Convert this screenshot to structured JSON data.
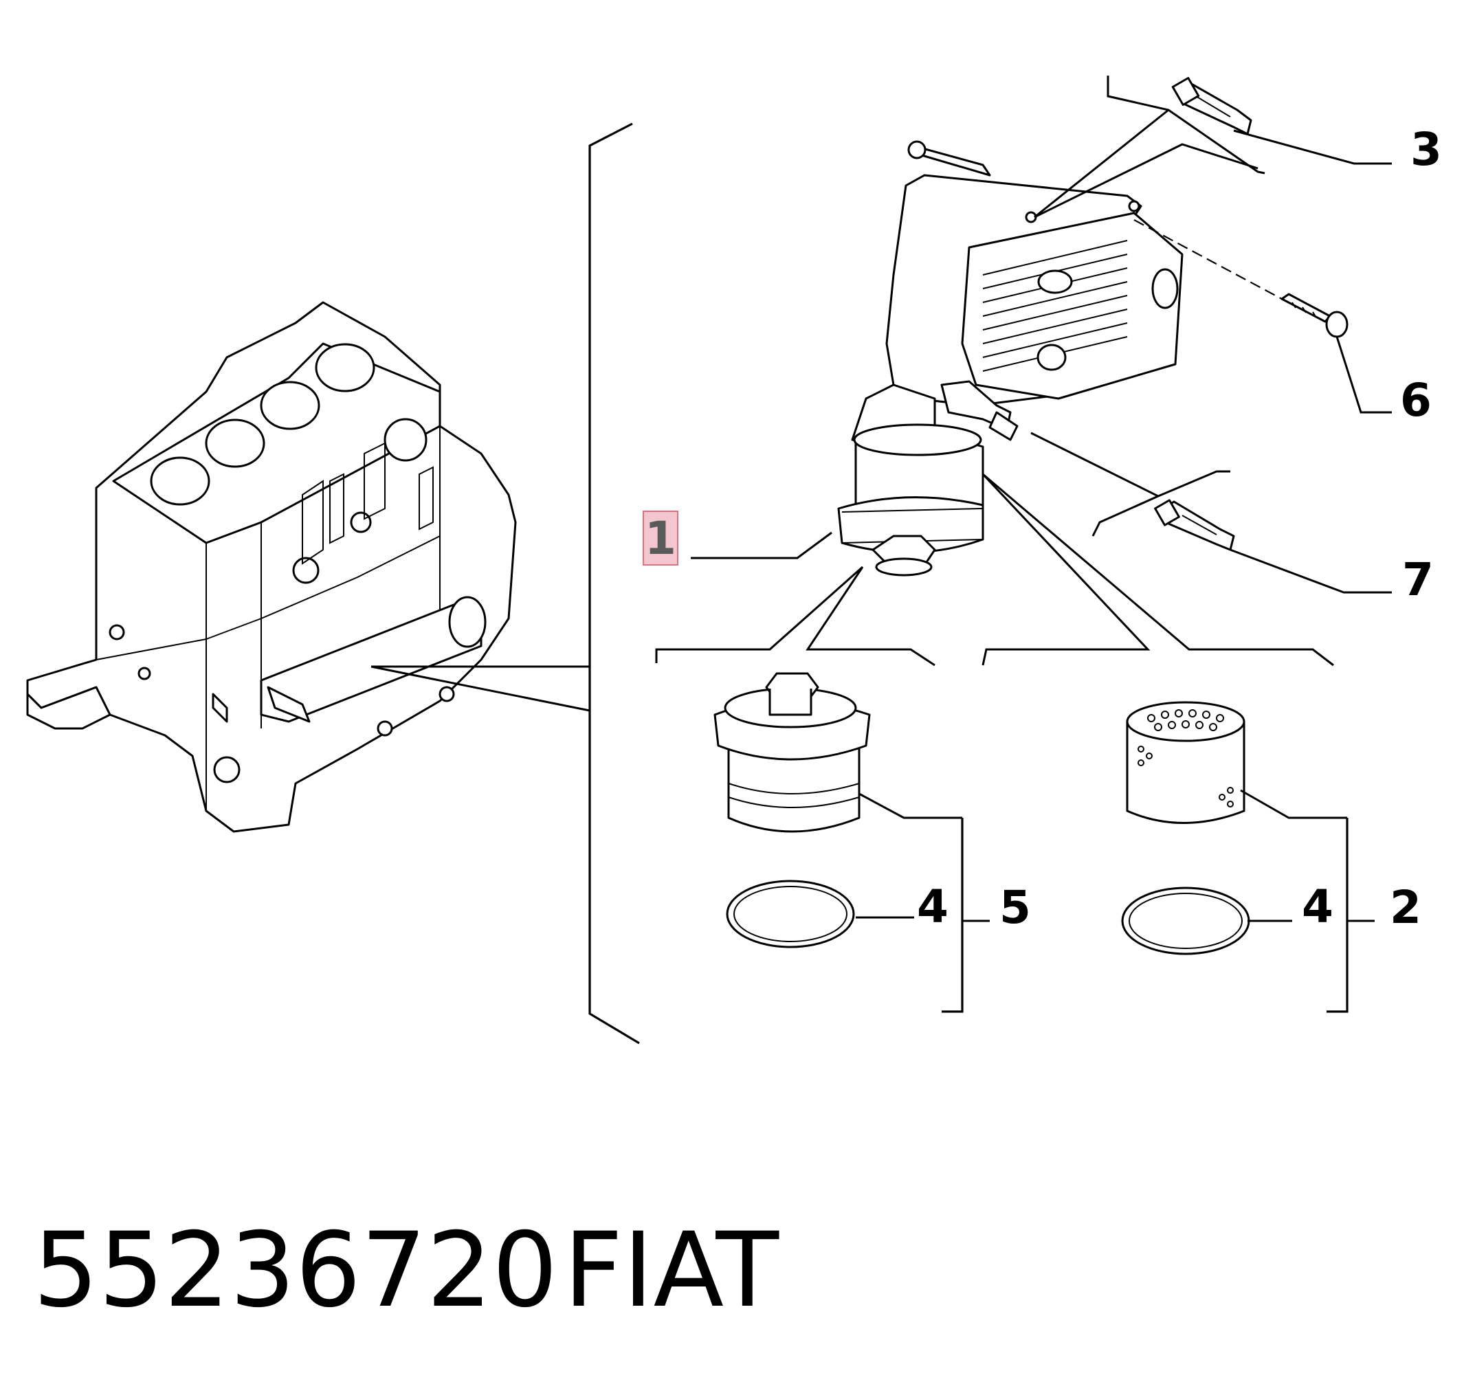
{
  "callouts": {
    "c1": "1",
    "c2": "2",
    "c3": "3",
    "c4a": "4",
    "c4b": "4",
    "c5": "5",
    "c6": "6",
    "c7": "7"
  },
  "highlight_color": "#f4c6cf",
  "highlight_border": "#e0707f",
  "footer": {
    "part_number": "55236720",
    "brand": "FIAT"
  }
}
